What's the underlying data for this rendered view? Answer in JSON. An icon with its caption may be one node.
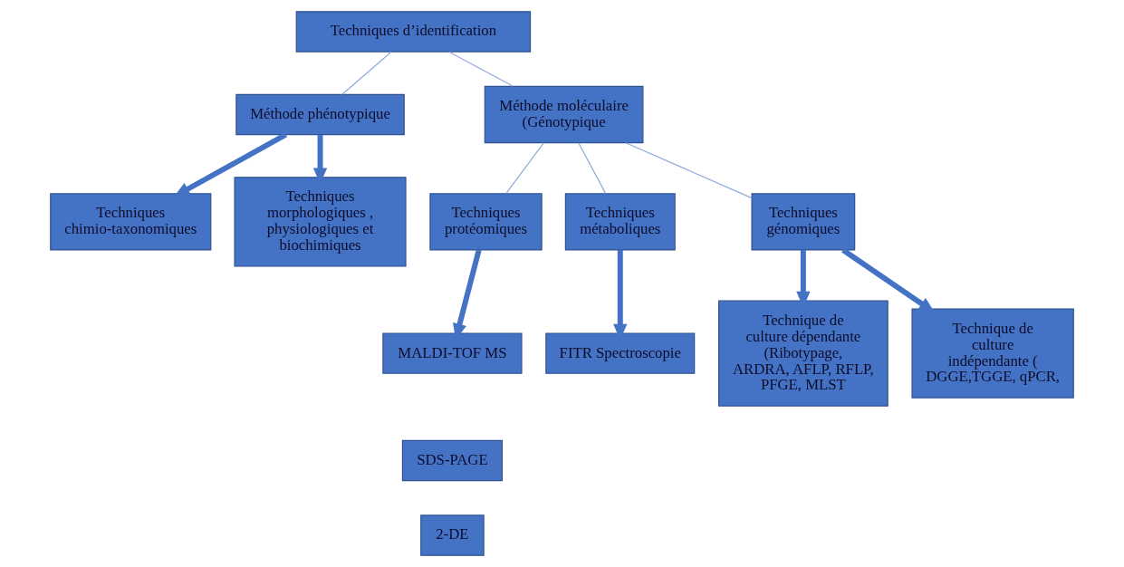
{
  "diagram": {
    "nodes": [
      {
        "text": [
          "Techniques d’identification"
        ]
      },
      {
        "text": [
          "Méthode phénotypique"
        ]
      },
      {
        "text": [
          "Méthode moléculaire (Génotypique"
        ]
      },
      {
        "text": [
          "Techniques chimio-taxonomiques"
        ]
      },
      {
        "text": [
          "Techniques morphologiques , physiologiques et biochimiques"
        ]
      },
      {
        "text": [
          "Techniques protéomiques"
        ]
      },
      {
        "text": [
          "Techniques métaboliques"
        ]
      },
      {
        "text": [
          "Techniques génomiques"
        ]
      },
      {
        "text": [
          "MALDI-TOF MS"
        ]
      },
      {
        "text": [
          "SDS-PAGE"
        ]
      },
      {
        "text": [
          "2-DE"
        ]
      },
      {
        "text": [
          "FITR Spectroscopie"
        ]
      },
      {
        "text": [
          "Technique de culture dépendante (Ribotypage, ARDRA, AFLP, RFLP, PFGE, MLST"
        ]
      },
      {
        "text": [
          "Technique de culture indépendante ( DGGE,TGGE, qPCR,"
        ]
      }
    ],
    "edges": [
      {
        "from": 0,
        "to": 1,
        "arrow": "none",
        "color": "#8faadc"
      },
      {
        "from": 0,
        "to": 2,
        "arrow": "none",
        "color": "#8faadc"
      },
      {
        "from": 1,
        "to": 3,
        "arrow": "to"
      },
      {
        "from": 1,
        "to": 4,
        "arrow": "to"
      },
      {
        "from": 2,
        "to": 5,
        "arrow": "none",
        "color": "#8faadc"
      },
      {
        "from": 2,
        "to": 6,
        "arrow": "none",
        "color": "#8faadc"
      },
      {
        "from": 2,
        "to": 7,
        "arrow": "none",
        "color": "#8faadc"
      },
      {
        "from": 5,
        "to": 8,
        "arrow": "to"
      },
      {
        "from": 6,
        "to": 11,
        "arrow": "to"
      },
      {
        "from": 7,
        "to": 12,
        "arrow": "to"
      },
      {
        "from": 7,
        "to": 13,
        "arrow": "to"
      }
    ]
  }
}
